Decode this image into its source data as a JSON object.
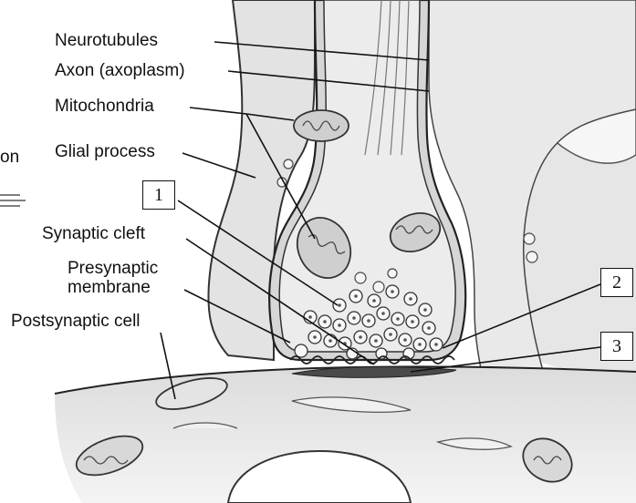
{
  "labels": {
    "neurotubules": "Neurotubules",
    "axon": "Axon (axoplasm)",
    "mitochondria": "Mitochondria",
    "glial_process": "Glial process",
    "synaptic_cleft": "Synaptic cleft",
    "presynaptic_line1": "Presynaptic",
    "presynaptic_line2": "membrane",
    "postsynaptic_cell": "Postsynaptic cell",
    "edge_fragment": "on"
  },
  "callouts": {
    "box1": "1",
    "box2": "2",
    "box3": "3"
  },
  "colors": {
    "cell_fill": "#e8e8e8",
    "cell_fill_light": "#f2f2f2",
    "outline": "#333333",
    "postsynaptic_dense": "#4a4a4a",
    "leader": "#111111"
  }
}
